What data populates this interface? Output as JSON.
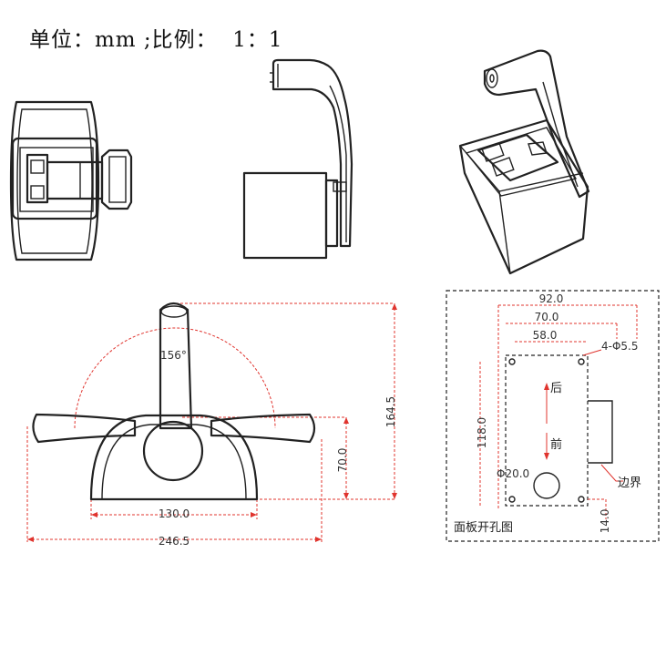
{
  "title": "单位：mm ;比例：  1：1",
  "front_view": {
    "angle": "156°",
    "height": "164.5",
    "base_height": "70.0",
    "base_width": "130.0",
    "total_width": "246.5"
  },
  "panel_cutout": {
    "width_outer": "92.0",
    "width_mid": "70.0",
    "width_inner": "58.0",
    "hole_spec": "4-Φ5.5",
    "height": "118.0",
    "hole_dia": "Φ20.0",
    "bottom_offset": "14.0",
    "direction_back": "后",
    "direction_front": "前",
    "edge_label": "边界",
    "caption": "面板开孔图"
  }
}
